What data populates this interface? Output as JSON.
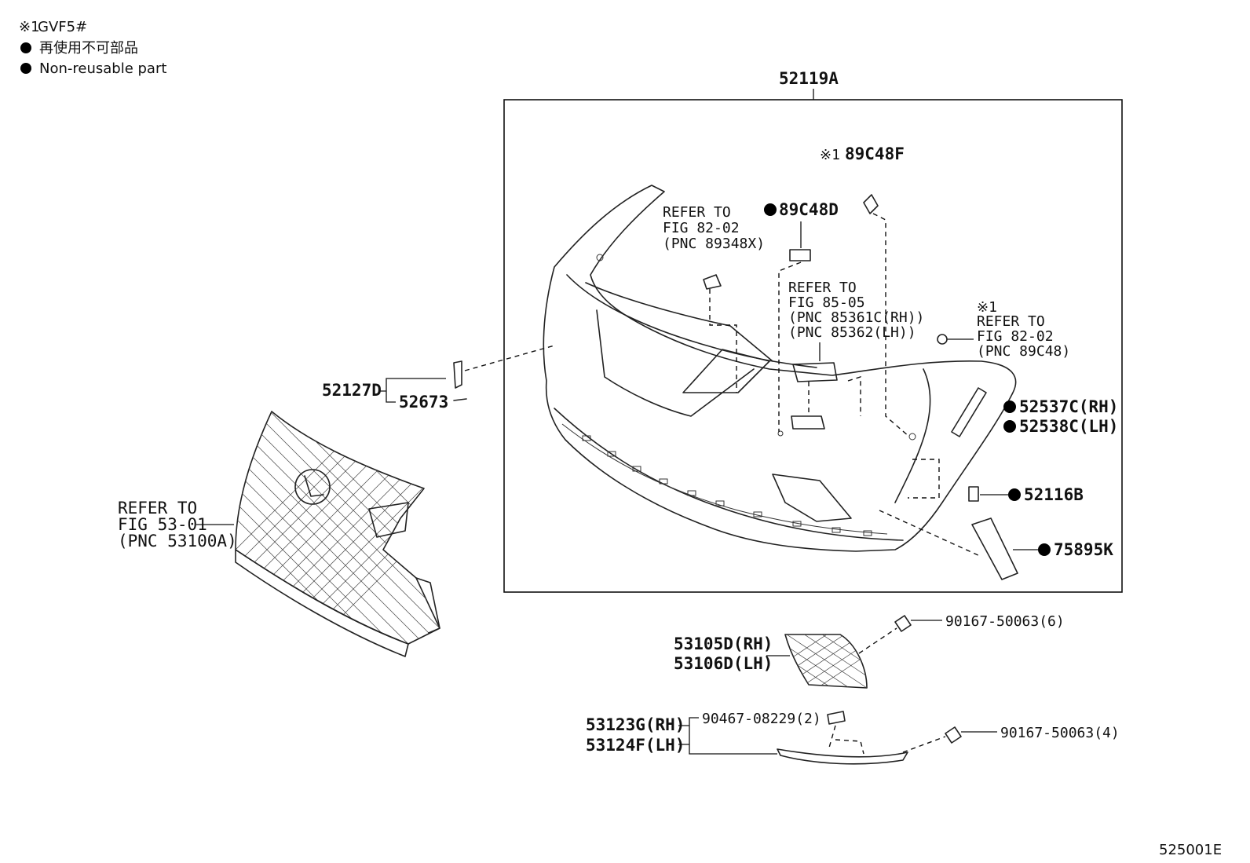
{
  "legend": {
    "note_mark": "※1",
    "note_model": "GVF5#",
    "non_reusable_jp": "再使用不可部品",
    "non_reusable_en": "Non-reusable part"
  },
  "bullet_color": "#000000",
  "assembly": {
    "main_pnc": "52119A"
  },
  "callouts": {
    "c89c48f": {
      "mark": "※1",
      "pnc": "89C48F"
    },
    "c89c48d": {
      "pnc": "89C48D"
    },
    "ref_89348x": {
      "line1": "REFER TO",
      "line2": "FIG 82-02",
      "line3": "(PNC 89348X)"
    },
    "ref_8536x": {
      "line1": "REFER TO",
      "line2": "FIG 85-05",
      "line3": "(PNC 85361C(RH))",
      "line4": "(PNC 85362(LH))"
    },
    "ref_89c48": {
      "mark": "※1",
      "line1": "REFER TO",
      "line2": "FIG 82-02",
      "line3": "(PNC 89C48)"
    },
    "ref_53100a": {
      "line1": "REFER TO",
      "line2": "FIG 53-01",
      "line3": "(PNC 53100A)"
    },
    "p52127d": "52127D",
    "p52673": "52673",
    "p52537c": "52537C(RH)",
    "p52538c": "52538C(LH)",
    "p52116b": "52116B",
    "p75895k": "75895K",
    "p53105d": "53105D(RH)",
    "p53106d": "53106D(LH)",
    "p90167_6": "90167-50063(6)",
    "p53123g": "53123G(RH)",
    "p53124f": "53124F(LH)",
    "p90467": "90467-08229(2)",
    "p90167_4": "90167-50063(4)"
  },
  "figure_code": "525001E"
}
